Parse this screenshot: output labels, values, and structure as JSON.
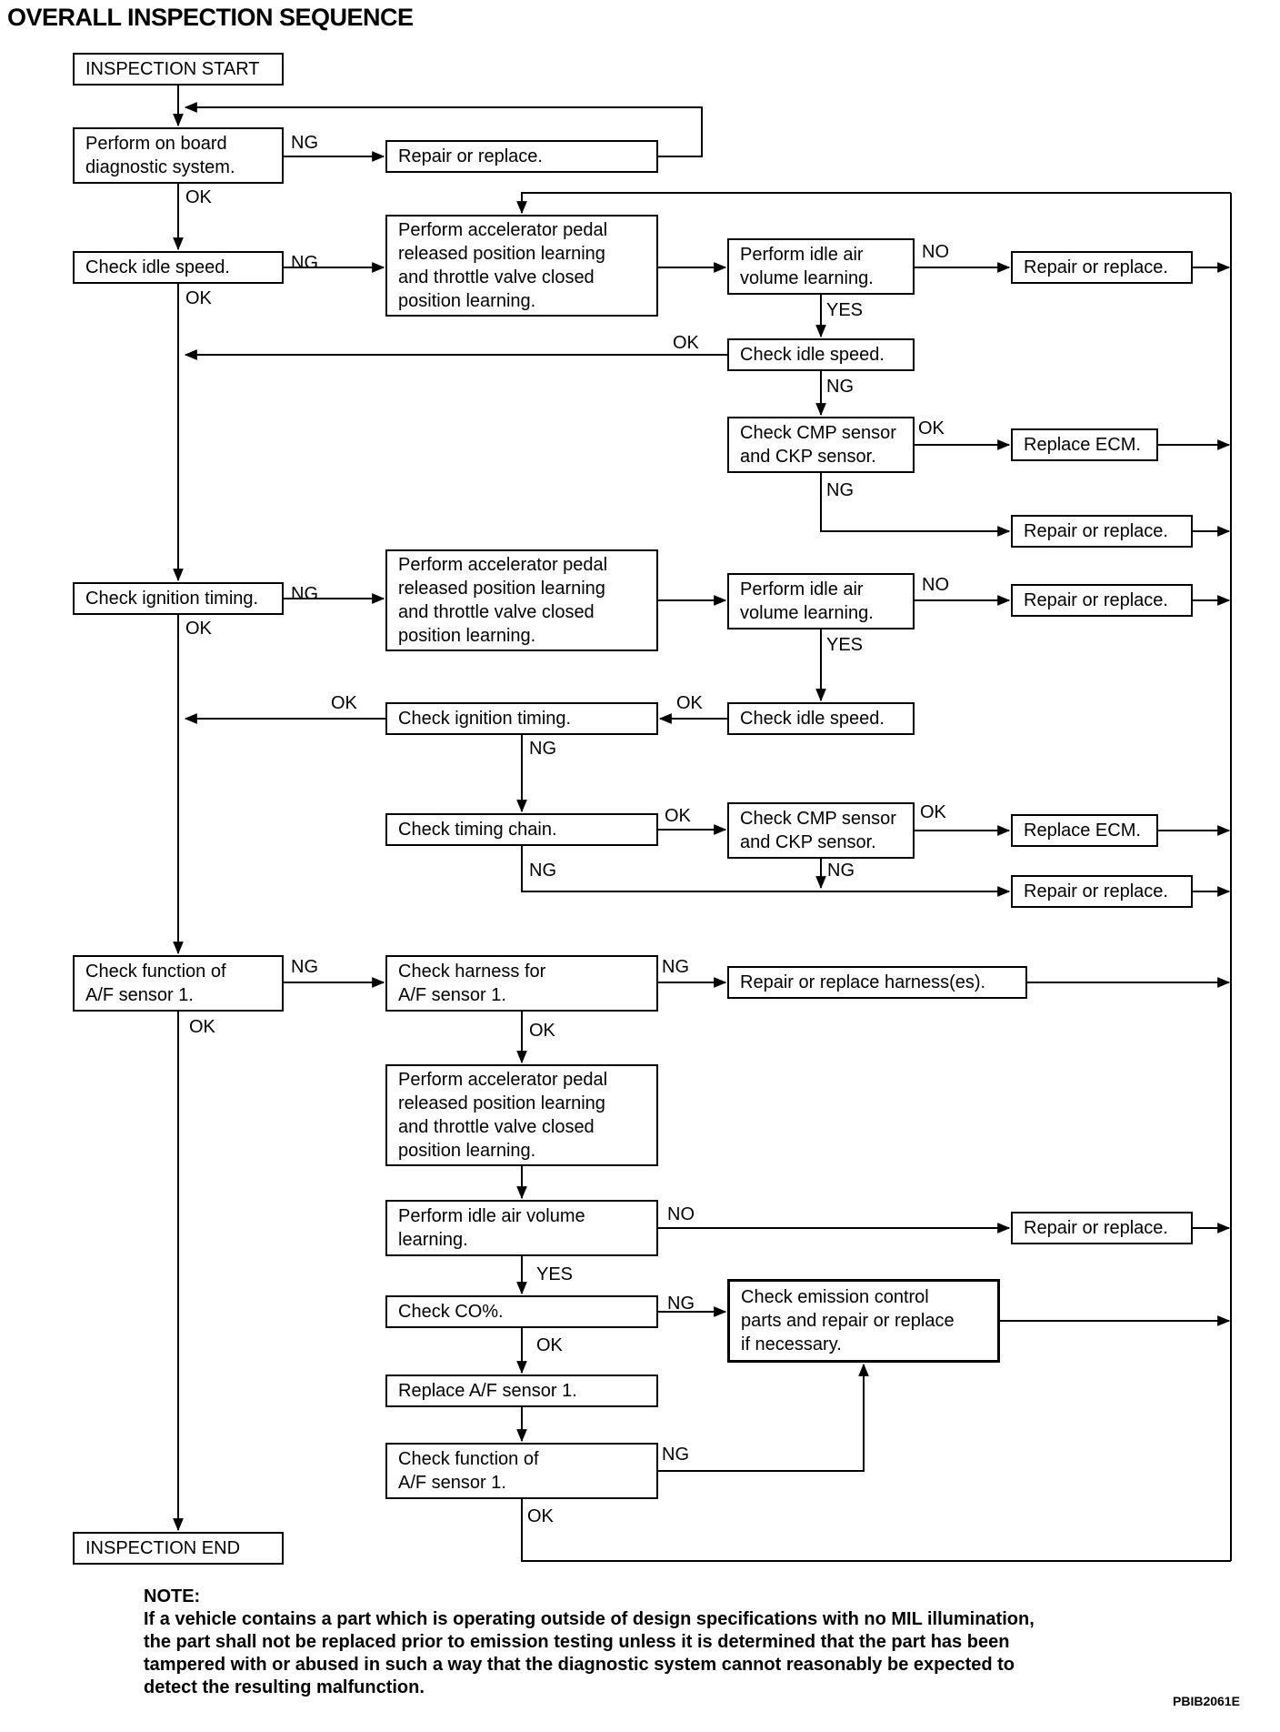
{
  "title": "OVERALL INSPECTION SEQUENCE",
  "labels": {
    "ng": "NG",
    "ok": "OK",
    "yes": "YES",
    "no": "NO"
  },
  "nodes": {
    "inspection_start": {
      "label": "INSPECTION START"
    },
    "perform_obd": {
      "lines": [
        "Perform on board",
        "diagnostic system."
      ]
    },
    "repair_1": {
      "label": "Repair or replace."
    },
    "check_idle_1": {
      "label": "Check idle speed."
    },
    "accel_learning_1": {
      "lines": [
        "Perform accelerator pedal",
        "released position learning",
        "and throttle valve closed",
        "position learning."
      ]
    },
    "idle_air_learning_1": {
      "lines": [
        "Perform idle air",
        "volume learning."
      ]
    },
    "repair_2": {
      "label": "Repair or replace."
    },
    "check_idle_2": {
      "label": "Check idle speed."
    },
    "cmp_ckp_1": {
      "lines": [
        "Check CMP sensor",
        "and CKP sensor."
      ]
    },
    "replace_ecm_1": {
      "label": "Replace ECM."
    },
    "repair_3": {
      "label": "Repair or replace."
    },
    "check_ignition_1": {
      "label": "Check ignition timing."
    },
    "accel_learning_2": {
      "lines": [
        "Perform accelerator pedal",
        "released position learning",
        "and throttle valve closed",
        "position learning."
      ]
    },
    "idle_air_learning_2": {
      "lines": [
        "Perform idle air",
        "volume learning."
      ]
    },
    "repair_4": {
      "label": "Repair or replace."
    },
    "check_idle_3": {
      "label": "Check idle speed."
    },
    "check_ignition_2": {
      "label": "Check ignition timing."
    },
    "check_timing_chain": {
      "label": "Check timing chain."
    },
    "cmp_ckp_2": {
      "lines": [
        "Check CMP sensor",
        "and CKP sensor."
      ]
    },
    "replace_ecm_2": {
      "label": "Replace ECM."
    },
    "repair_5": {
      "label": "Repair or replace."
    },
    "check_af_function_1": {
      "lines": [
        "Check function of",
        "A/F sensor 1."
      ]
    },
    "check_af_harness": {
      "lines": [
        "Check harness for",
        "A/F sensor 1."
      ]
    },
    "repair_harness": {
      "label": "Repair or replace harness(es)."
    },
    "accel_learning_3": {
      "lines": [
        "Perform accelerator pedal",
        "released position learning",
        "and throttle valve closed",
        "position learning."
      ]
    },
    "idle_air_learning_3": {
      "lines": [
        "Perform idle air volume",
        "learning."
      ]
    },
    "repair_6": {
      "label": "Repair or replace."
    },
    "check_co": {
      "label": "Check CO%."
    },
    "emission_parts": {
      "lines": [
        "Check emission control",
        "parts and repair or replace",
        "if necessary."
      ]
    },
    "replace_af_sensor": {
      "label": "Replace A/F sensor 1."
    },
    "check_af_function_2": {
      "lines": [
        "Check function of",
        "A/F sensor 1."
      ]
    },
    "inspection_end": {
      "label": "INSPECTION END"
    }
  },
  "note": {
    "heading": "NOTE:",
    "lines": [
      "If a vehicle contains a part which is operating outside of design specifications with no MIL illumination,",
      "the part shall not be replaced prior to emission testing unless it is determined that the part has been",
      "tampered with or abused in such a way that the diagnostic system cannot reasonably be expected to",
      "detect the resulting malfunction."
    ]
  },
  "figure_code": "PBIB2061E"
}
